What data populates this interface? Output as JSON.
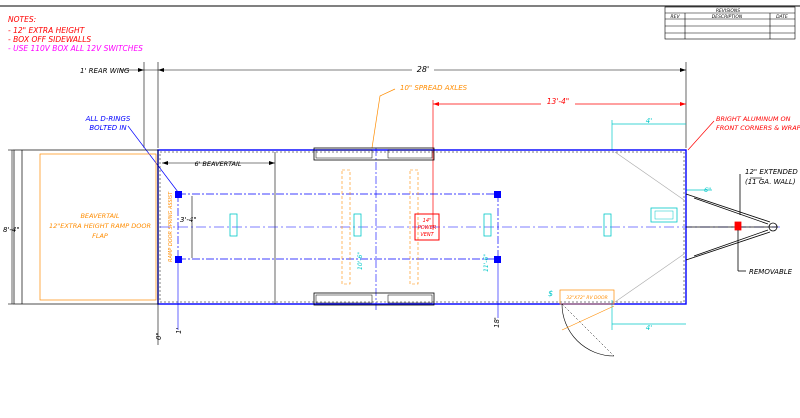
{
  "notes": {
    "header": "NOTES:",
    "items": [
      {
        "text": "- 12\" EXTRA HEIGHT",
        "color": "#ff0000"
      },
      {
        "text": "- BOX OFF SIDEWALLS",
        "color": "#ff0000"
      },
      {
        "text": "- USE 110V BOX ALL 12V SWITCHES",
        "color": "#ff00ff"
      }
    ]
  },
  "revisions": {
    "title": "REVISIONS",
    "columns": [
      "REV",
      "DESCRIPTION",
      "DATE"
    ]
  },
  "dimensions": {
    "rear_wing": "1' REAR WING",
    "overall_length": "28'",
    "spread_axles": "10\" SPREAD AXLES",
    "front_to_vent": "13'-4\"",
    "beavertail": "6' BEAVERTAIL",
    "width": "8'-4\"",
    "d_ring_spacing": "3'-4\"",
    "front_top": "4'",
    "front_bottom": "4'",
    "small_6": "6\"",
    "zero": "0\"",
    "one": "1'",
    "eighteen": "18'",
    "axle_a": "10'-6\"",
    "axle_b": "11'-6\""
  },
  "labels": {
    "d_rings": [
      "ALL D-RINGS",
      "BOLTED IN"
    ],
    "bright_aluminum": [
      "BRIGHT ALUMINUM ON",
      "FRONT CORNERS & WRAP"
    ],
    "extended": [
      "12\" EXTENDED",
      "(11 GA. WALL)"
    ],
    "removable": "REMOVABLE",
    "ramp_door": [
      "BEAVERTAIL",
      "12\"EXTRA HEIGHT RAMP DOOR",
      "FLAP"
    ],
    "rv_door": "32\"X72\" RV DOOR",
    "power_vent": [
      "14\"",
      "POWER",
      "VENT"
    ],
    "ramp_vertical": "RAMP DOOR SPRING ASSIST",
    "dollar": "$"
  },
  "colors": {
    "notes_red": "#ff0000",
    "magenta": "#ff00ff",
    "blue": "#0000ff",
    "cyan": "#00c8c8",
    "orange": "#ff8c00",
    "red": "#ff0000",
    "black": "#000000"
  }
}
